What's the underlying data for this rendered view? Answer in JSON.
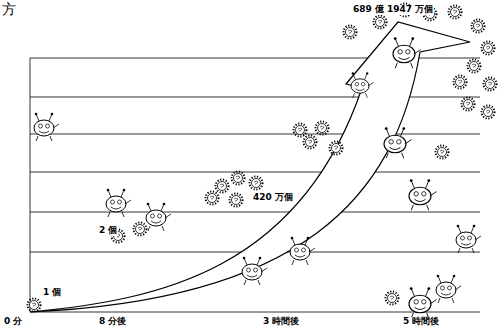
{
  "diagram": {
    "title": "方",
    "labels": [
      "1 個",
      "2 個",
      "420 万個",
      "689 億 1947 万個",
      "0 分",
      "8 分後",
      "3 時間後",
      "5 時間後"
    ]
  }
}
